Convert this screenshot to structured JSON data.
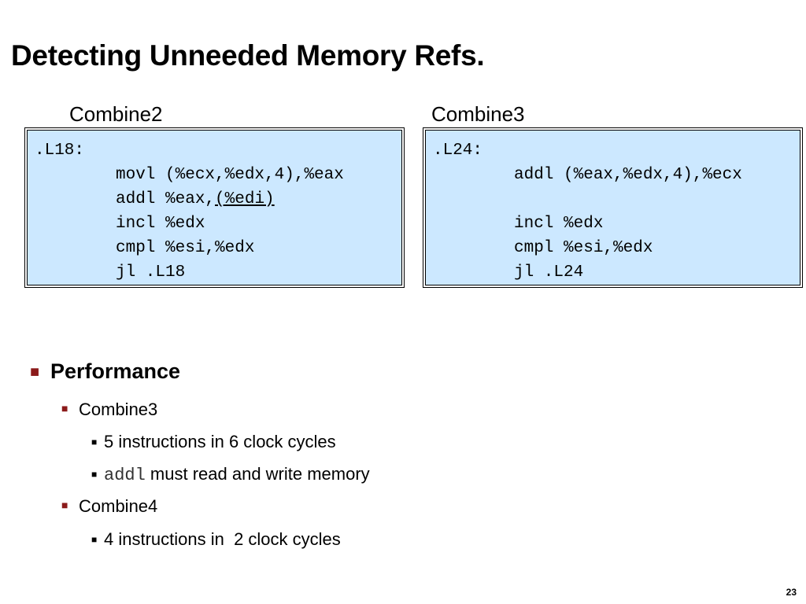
{
  "title": "Detecting Unneeded Memory Refs.",
  "combine2": {
    "label": "Combine2",
    "label_line": ".L18:",
    "lines": [
      "movl (%ecx,%edx,4),%eax",
      "addl %eax,",
      "incl %edx",
      "cmpl %esi,%edx",
      "jl .L18"
    ],
    "addl_underlined": "(%edi)"
  },
  "combine3": {
    "label": "Combine3",
    "label_line": ".L24:",
    "lines": [
      "addl (%eax,%edx,4),%ecx",
      "",
      "incl %edx",
      "cmpl %esi,%edx",
      "jl .L24"
    ]
  },
  "bullets": {
    "performance": "Performance",
    "combine3": "Combine3",
    "c3_item1": "5 instructions in 6 clock cycles",
    "c3_item2_code": "addl",
    "c3_item2_text": " must read and write memory",
    "combine4": "Combine4",
    "c4_item1": "4 instructions in  2 clock cycles"
  },
  "page_number": "23",
  "colors": {
    "code_bg": "#cce8ff",
    "bullet_accent": "#8b1a1a"
  }
}
